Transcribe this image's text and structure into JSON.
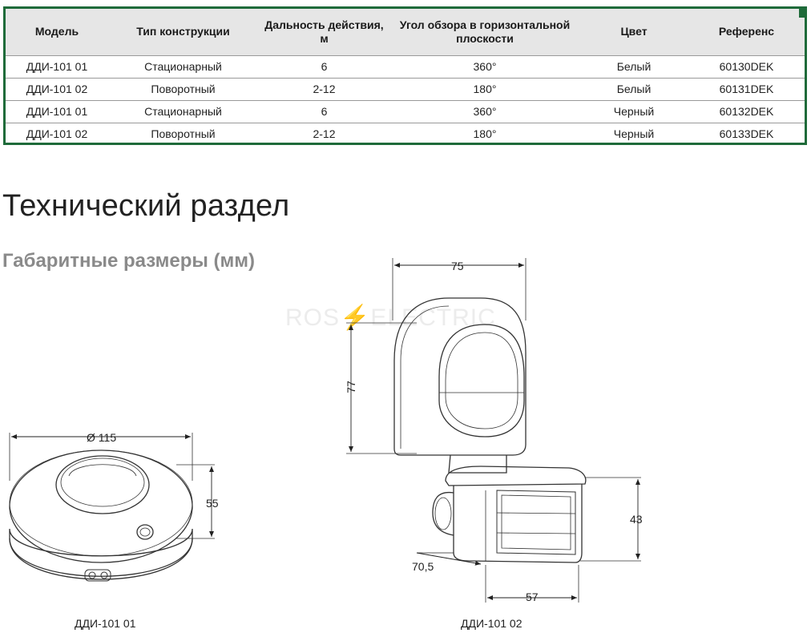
{
  "table": {
    "headers": [
      "Модель",
      "Тип конструкции",
      "Дальность действия, м",
      "Угол обзора в горизонтальной плоскости",
      "Цвет",
      "Референс"
    ],
    "rows": [
      [
        "ДДИ-101 01",
        "Стационарный",
        "6",
        "360°",
        "Белый",
        "60130DEK"
      ],
      [
        "ДДИ-101 02",
        "Поворотный",
        "2-12",
        "180°",
        "Белый",
        "60131DEK"
      ],
      [
        "ДДИ-101 01",
        "Стационарный",
        "6",
        "360°",
        "Черный",
        "60132DEK"
      ],
      [
        "ДДИ-101 02",
        "Поворотный",
        "2-12",
        "180°",
        "Черный",
        "60133DEK"
      ]
    ]
  },
  "section_title": "Технический раздел",
  "section_subtitle": "Габаритные размеры (мм)",
  "watermark": {
    "left": "ROS",
    "right": "ELECTRIC"
  },
  "drawing_1": {
    "diameter_label": "Ø 115",
    "height_label": "55",
    "caption": "ДДИ-101 01"
  },
  "drawing_2": {
    "width_label": "75",
    "height_label": "77",
    "lower_height_label": "43",
    "angle_label": "70,5",
    "bottom_width_label": "57",
    "caption": "ДДИ-101 02"
  },
  "colors": {
    "table_border": "#1f6b3a",
    "header_bg": "#e6e6e6"
  }
}
